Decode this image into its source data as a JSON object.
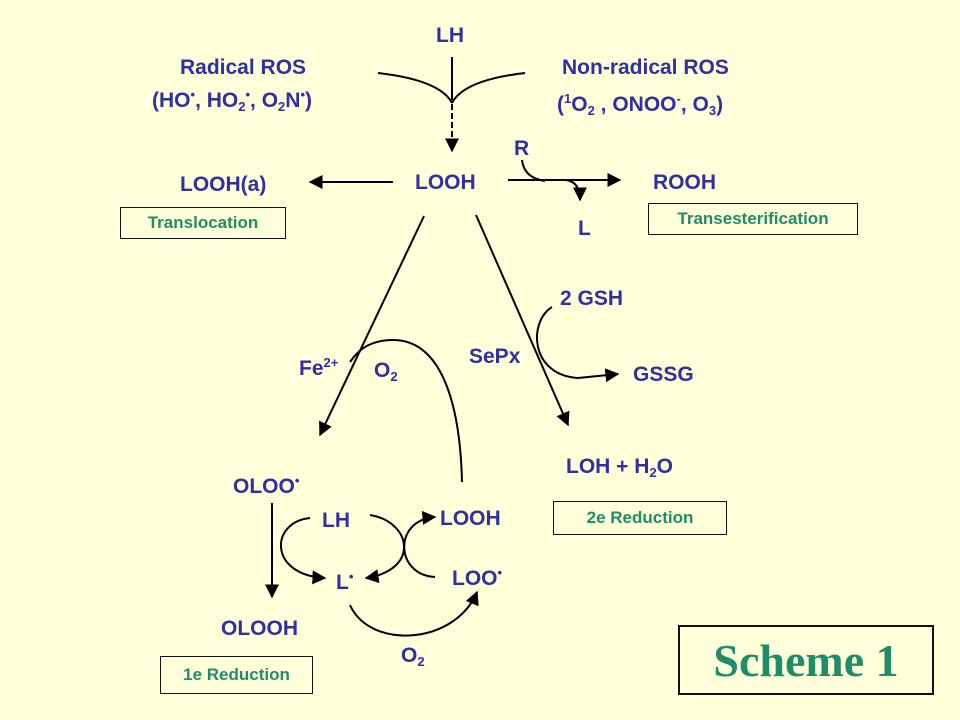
{
  "colors": {
    "background": "#ffffd9",
    "species_text": "#2f2fa6",
    "process_text": "#1f8c6a",
    "arrows": "#000000"
  },
  "top": {
    "substrate": "LH",
    "radical_ros": {
      "title": "Radical ROS",
      "species": [
        "HO•",
        "HO2•",
        "O2N•"
      ]
    },
    "non_radical_ros": {
      "title": "Non-radical ROS",
      "species": [
        "1O2",
        "ONOO-",
        "O3"
      ]
    }
  },
  "center": {
    "hydroperoxide": "LOOH"
  },
  "left_branch": {
    "product": "LOOH(a)",
    "process": "Translocation"
  },
  "right_branch": {
    "reactant": "R",
    "leaving": "L",
    "product": "ROOH",
    "process": "Transesterification"
  },
  "two_e_pathway": {
    "cosubstrate": "2 GSH",
    "enzyme": "SePx",
    "byproduct": "GSSG",
    "product_main": "LOH + H",
    "product_sub": "2",
    "product_tail": "O",
    "process": "2e Reduction"
  },
  "one_e_pathway": {
    "catalyst_main": "Fe",
    "catalyst_sup": "2+",
    "oxygen_main": "O",
    "oxygen_sub": "2",
    "radical_start": "OLOO",
    "radical_dot": "•",
    "reduced_product": "OLOOH",
    "chain_lh": "LH",
    "chain_looh": "LOOH",
    "chain_l": "L",
    "chain_loo": "LOO",
    "chain_o2_main": "O",
    "chain_o2_sub": "2",
    "process": "1e Reduction"
  },
  "scheme_label": "Scheme 1"
}
